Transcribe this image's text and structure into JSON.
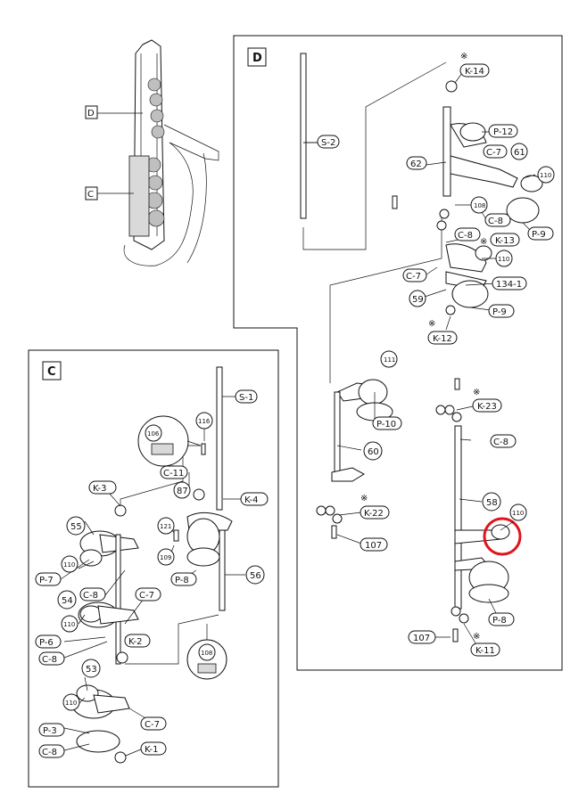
{
  "sax_overview": {
    "callout_d": "D",
    "callout_c": "C"
  },
  "panel_d": {
    "title": "D",
    "labels": [
      "S-2",
      "K-14",
      "P-12",
      "62",
      "C-7",
      "61",
      "110",
      "108",
      "C-8",
      "P-9",
      "C-8",
      "K-13",
      "110",
      "C-7",
      "134-1",
      "59",
      "P-9",
      "K-12",
      "111",
      "P-10",
      "60",
      "K-22",
      "107",
      "K-23",
      "C-8",
      "58",
      "110",
      "P-8",
      "107",
      "K-11"
    ],
    "asterisks": [
      "※",
      "※",
      "※",
      "※",
      "※",
      "※"
    ]
  },
  "panel_c": {
    "title": "C",
    "labels": [
      "S-1",
      "116",
      "106",
      "C-11",
      "87",
      "K-4",
      "K-3",
      "121",
      "109",
      "55",
      "110",
      "P-8",
      "56",
      "P-7",
      "C-8",
      "C-7",
      "54",
      "110",
      "P-6",
      "K-2",
      "C-8",
      "108",
      "53",
      "110",
      "C-7",
      "P-3",
      "C-8",
      "K-1"
    ]
  },
  "highlight": {
    "target": "110",
    "color": "#e0141b"
  }
}
